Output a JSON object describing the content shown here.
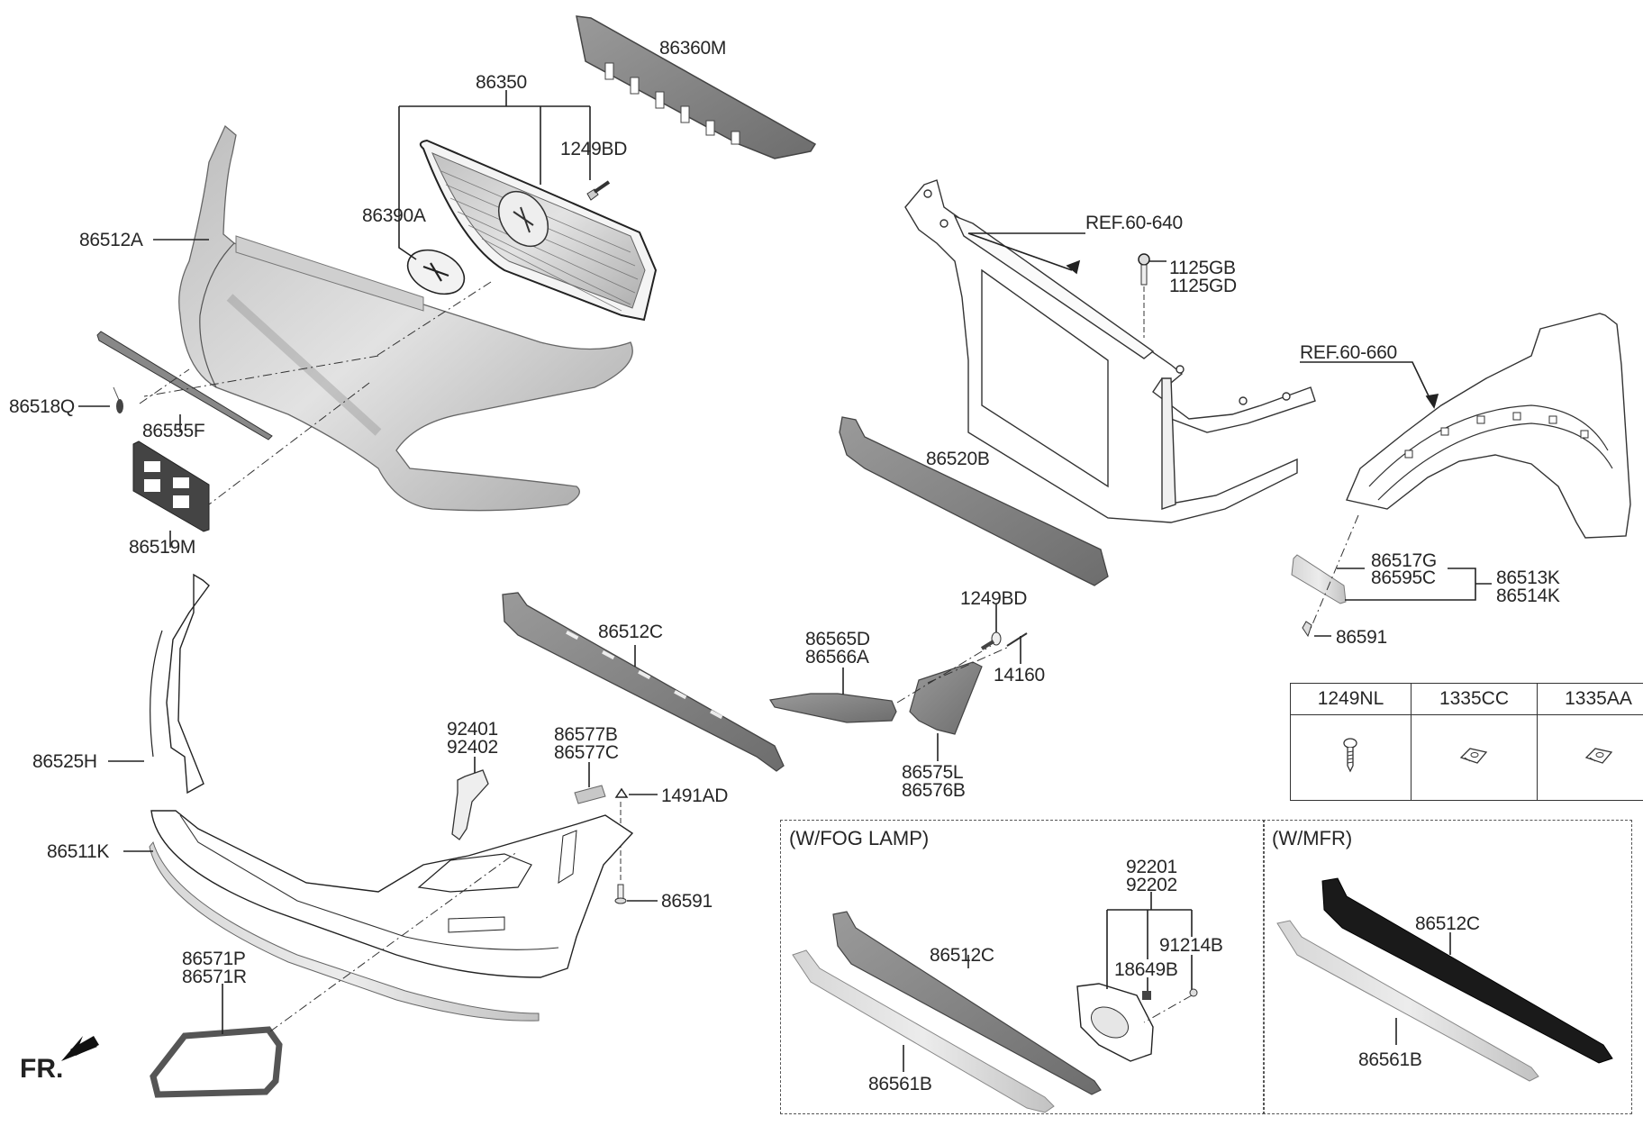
{
  "diagram": {
    "orientation_label": "FR.",
    "parts_top": {
      "p86360M": "86360M",
      "p86350": "86350",
      "p1249BD_a": "1249BD",
      "p86390A": "86390A",
      "p86512A": "86512A",
      "p86518Q": "86518Q",
      "p86555F": "86555F",
      "p86519M": "86519M"
    },
    "parts_right": {
      "ref_640": "REF.60-640",
      "p1125GB": "1125GB",
      "p1125GD": "1125GD",
      "ref_660": "REF.60-660",
      "p86520B": "86520B",
      "p86517G": "86517G",
      "p86595C": "86595C",
      "p86513K": "86513K",
      "p86514K": "86514K",
      "p86591_r": "86591"
    },
    "parts_middle": {
      "p86512C": "86512C",
      "p86565D": "86565D",
      "p86566A": "86566A",
      "p1249BD_b": "1249BD",
      "p14160": "14160",
      "p86575L": "86575L",
      "p86576B": "86576B",
      "p92401": "92401",
      "p92402": "92402",
      "p86577B": "86577B",
      "p86577C": "86577C",
      "p1491AD": "1491AD",
      "p86591_m": "86591"
    },
    "parts_bottom": {
      "p86525H": "86525H",
      "p86511K": "86511K",
      "p86571P": "86571P",
      "p86571R": "86571R"
    },
    "fasteners_table": {
      "headers": [
        "1249NL",
        "1335CC",
        "1335AA"
      ]
    },
    "fog_lamp_box": {
      "title": "(W/FOG LAMP)",
      "p86512C": "86512C",
      "p86561B": "86561B",
      "p92201": "92201",
      "p92202": "92202",
      "p91214B": "91214B",
      "p18649B": "18649B"
    },
    "mfr_box": {
      "title": "(W/MFR)",
      "p86512C": "86512C",
      "p86561B": "86561B"
    },
    "colors": {
      "ink": "#262626",
      "part_light": "#d9d9d9",
      "part_mid": "#8c8c8c",
      "part_dark": "#6e6e6e",
      "part_black": "#1a1a1a"
    }
  }
}
